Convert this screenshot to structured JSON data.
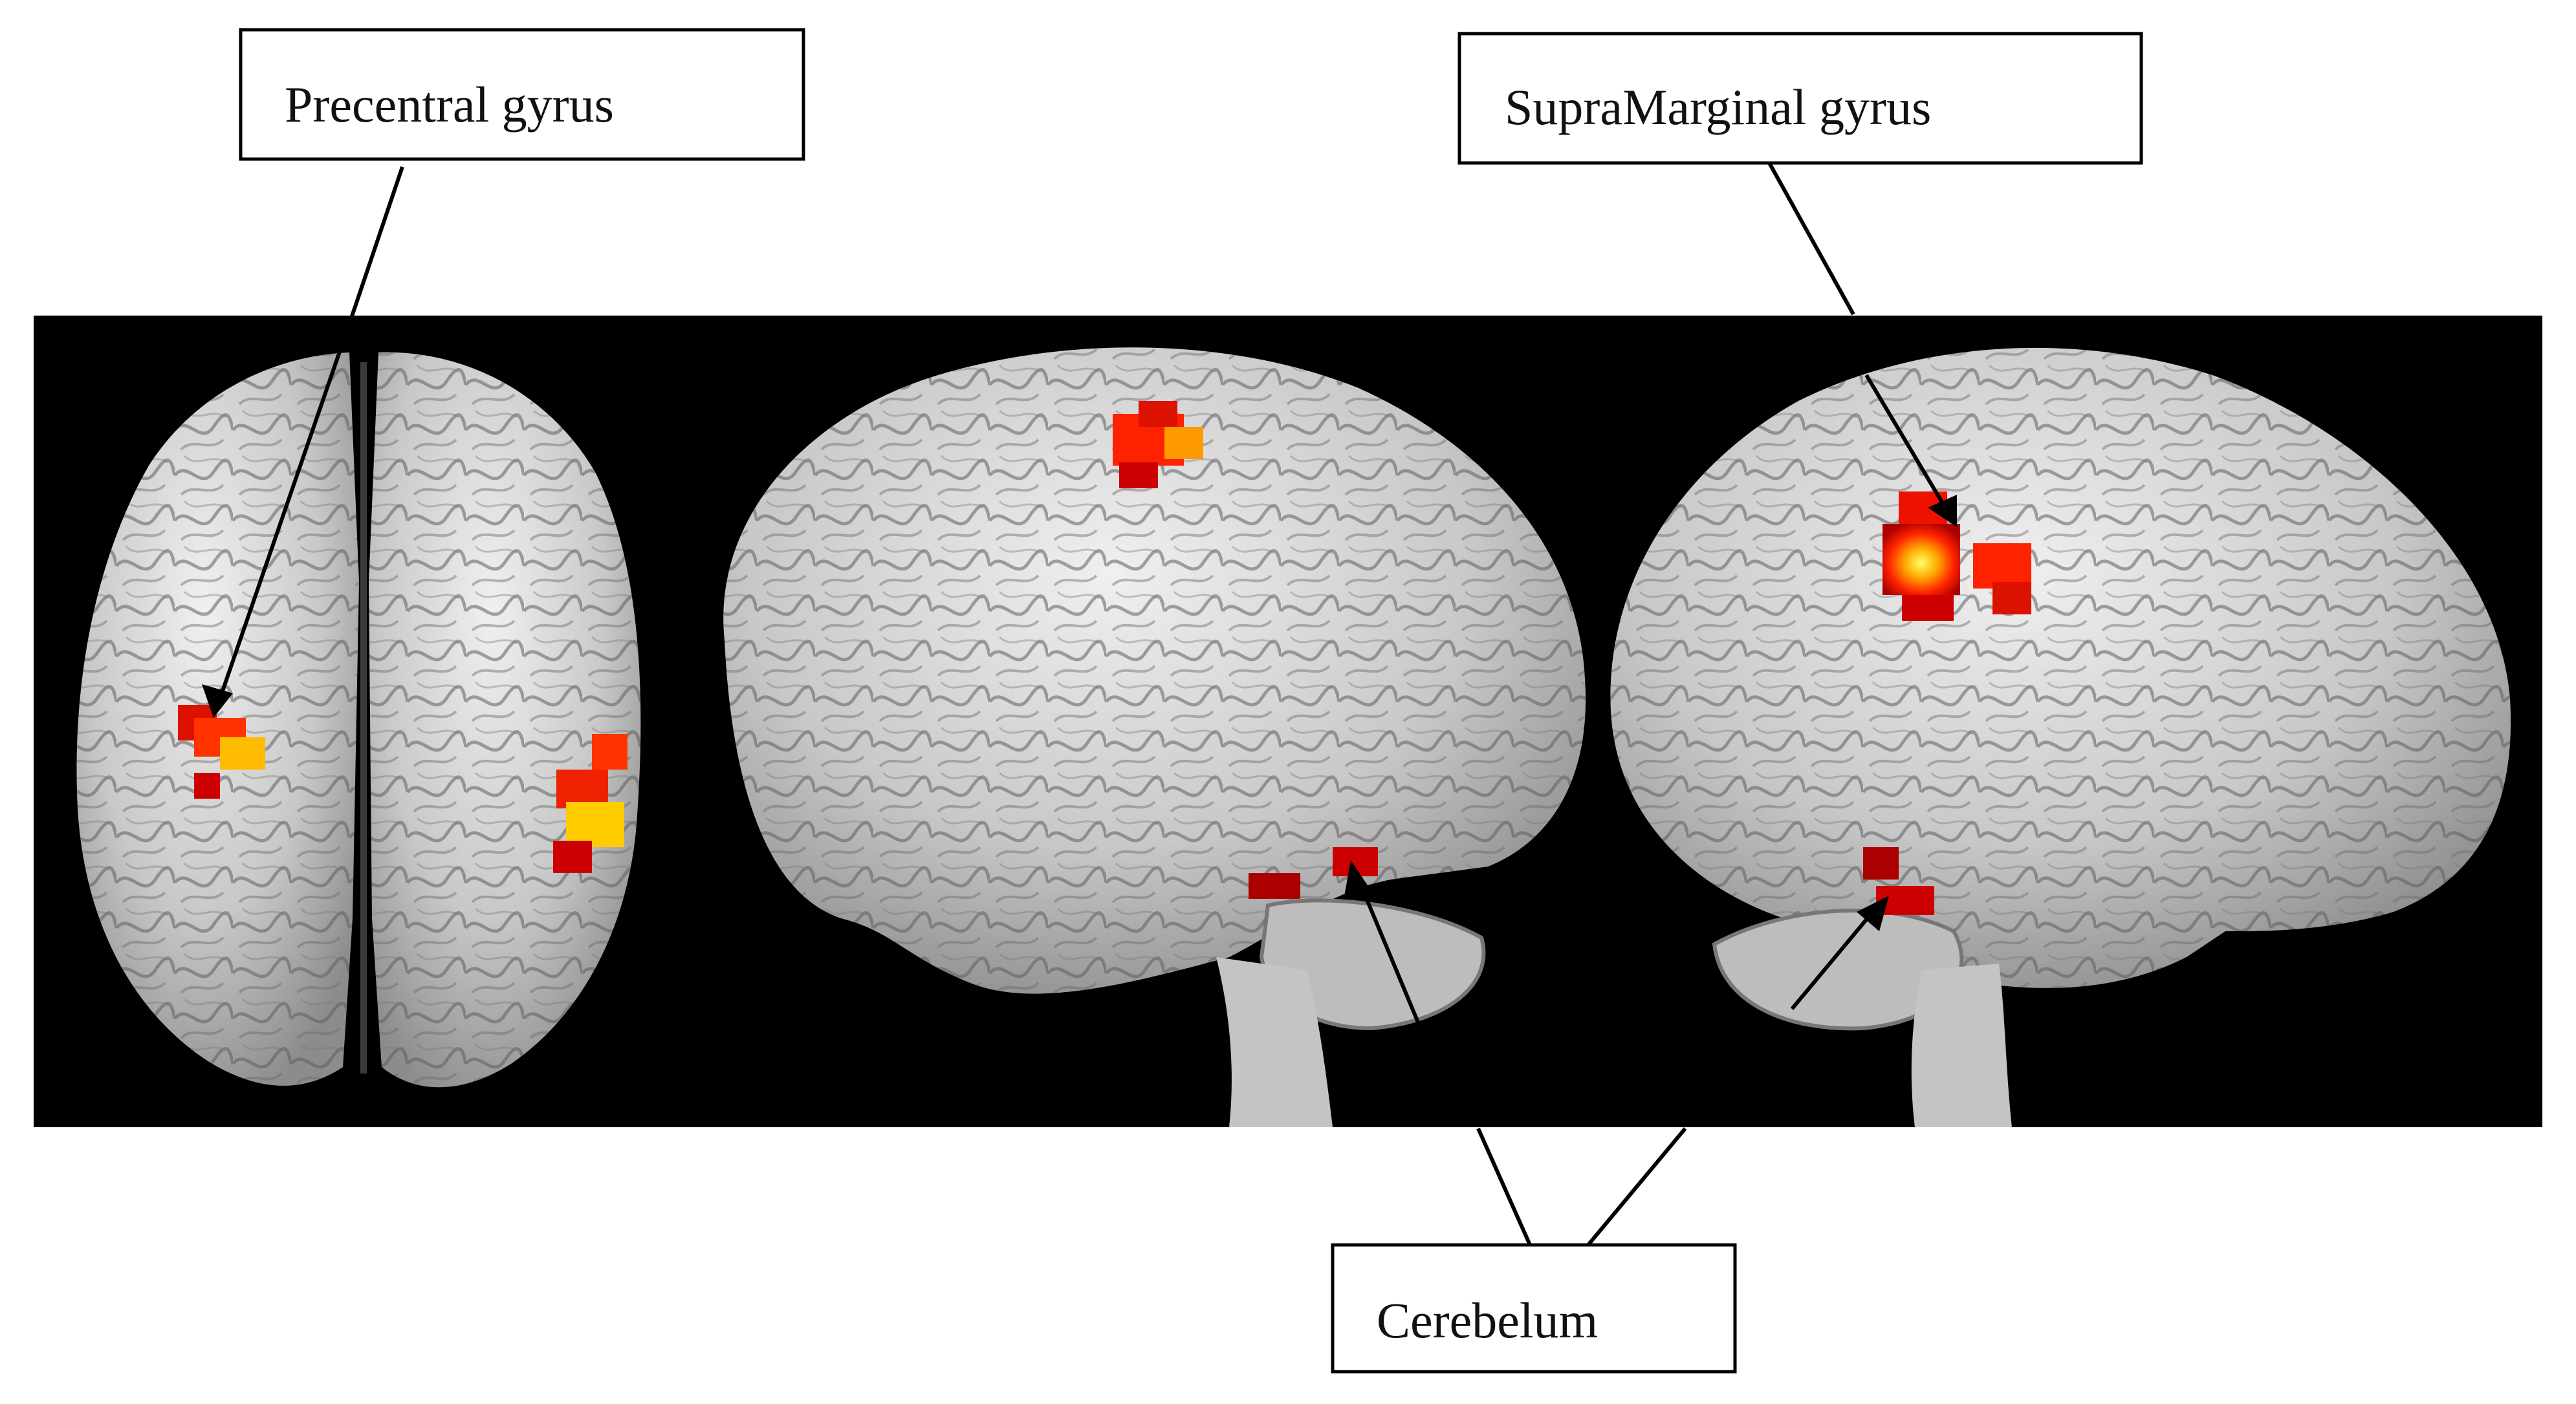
{
  "labels": {
    "precentral": "Precentral gyrus",
    "supramarginal": "SupraMarginal gyrus",
    "cerebellum": "Cerebelum"
  },
  "colors": {
    "background": "#000000",
    "brain_surface": "#c9c9c9",
    "brain_highlight": "#e6e6e6",
    "activation_dark": "#b30000",
    "activation_mid": "#ff2200",
    "activation_hot": "#ffcc00",
    "callout_line": "#000000"
  },
  "views": [
    "axial-top",
    "sagittal-left",
    "sagittal-right"
  ]
}
